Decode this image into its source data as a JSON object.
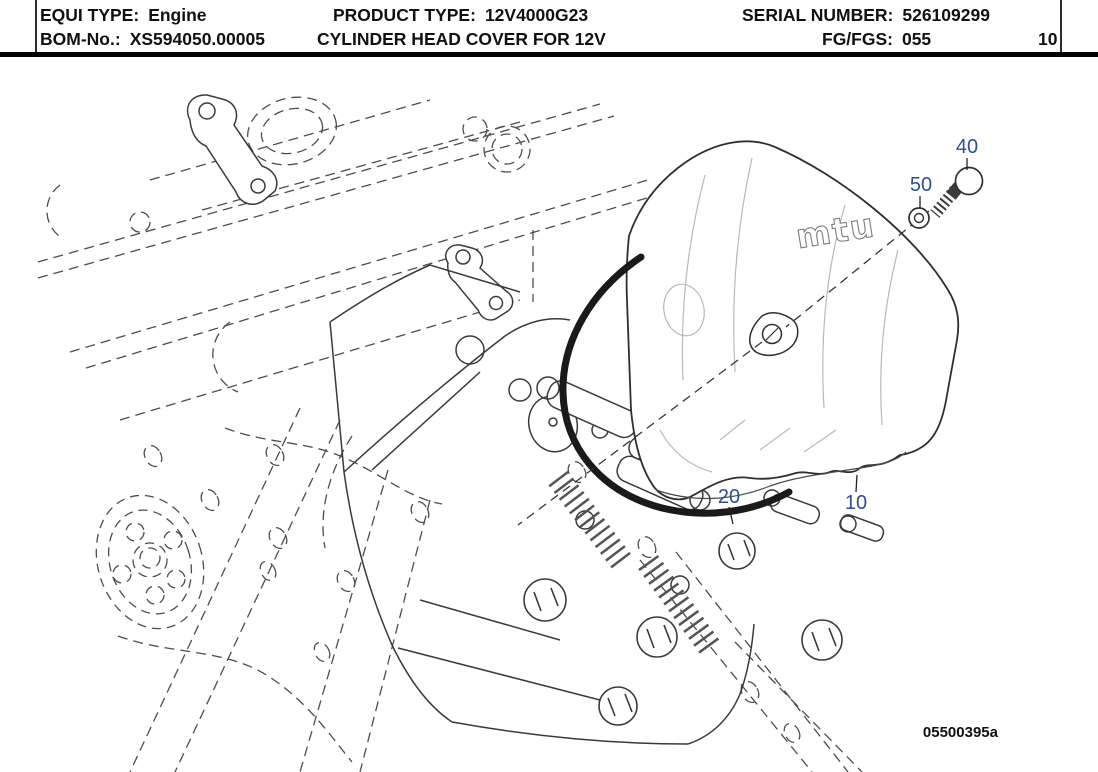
{
  "header": {
    "equi_type_label": "EQUI TYPE:",
    "equi_type_value": "Engine",
    "product_type_label": "PRODUCT TYPE:",
    "product_type_value": "12V4000G23",
    "serial_number_label": "SERIAL NUMBER:",
    "serial_number_value": "526109299",
    "bom_no_label": "BOM-No.:",
    "bom_no_value": "XS594050.00005",
    "description": "CYLINDER HEAD COVER FOR 12V",
    "fg_fgs_label": "FG/FGS:",
    "fg_fgs_value": "055",
    "sheet_number": "10"
  },
  "diagram": {
    "figure_id": "05500395a",
    "logo_text": "mtu",
    "callouts": [
      {
        "id": "40"
      },
      {
        "id": "50"
      },
      {
        "id": "20"
      },
      {
        "id": "10"
      }
    ],
    "colors": {
      "callout_blue": "#2E4E96",
      "drawing_line": "#3a3a3a",
      "gasket_black": "#1a1a1a"
    }
  }
}
